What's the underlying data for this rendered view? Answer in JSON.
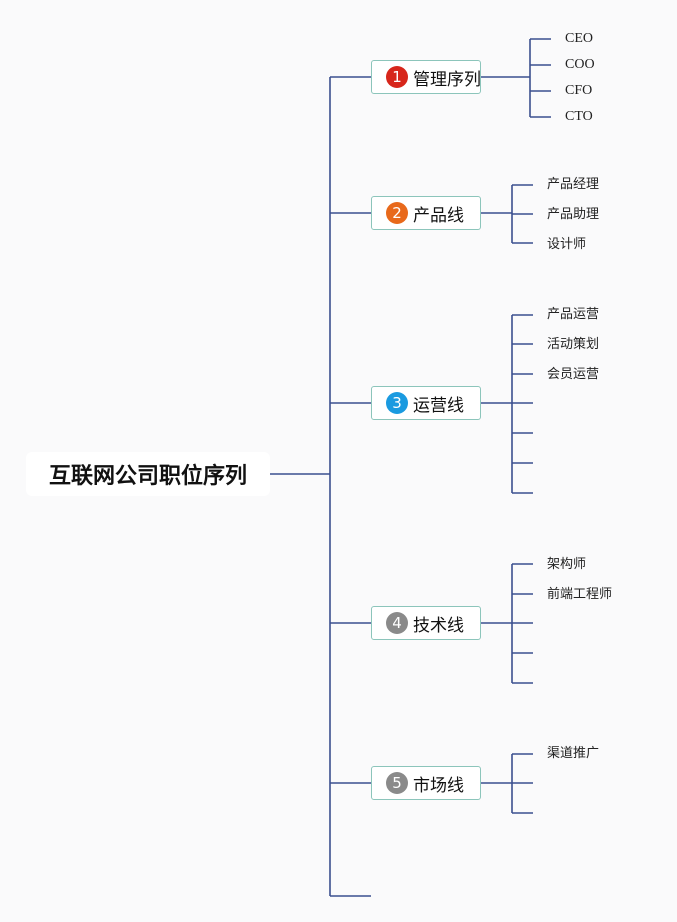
{
  "colors": {
    "line": "#3b4f8f",
    "node_border": "#8cc5bb",
    "background": "#fafafb"
  },
  "root": {
    "label": "互联网公司职位序列"
  },
  "branches": [
    {
      "number": "1",
      "label": "管理序列",
      "badge_color": "#d7261b",
      "leaves": [
        "CEO",
        "COO",
        "CFO",
        "CTO"
      ]
    },
    {
      "number": "2",
      "label": "产品线",
      "badge_color": "#e8691b",
      "leaves": [
        "产品经理",
        "产品助理",
        "设计师"
      ]
    },
    {
      "number": "3",
      "label": "运营线",
      "badge_color": "#1a9ae0",
      "leaves": [
        "产品运营",
        "活动策划",
        "会员运营",
        "",
        "",
        "",
        ""
      ]
    },
    {
      "number": "4",
      "label": "技术线",
      "badge_color": "#8a8a8a",
      "leaves": [
        "架构师",
        "前端工程师",
        "",
        "",
        ""
      ]
    },
    {
      "number": "5",
      "label": "市场线",
      "badge_color": "#8a8a8a",
      "leaves": [
        "渠道推广",
        "",
        ""
      ]
    }
  ]
}
